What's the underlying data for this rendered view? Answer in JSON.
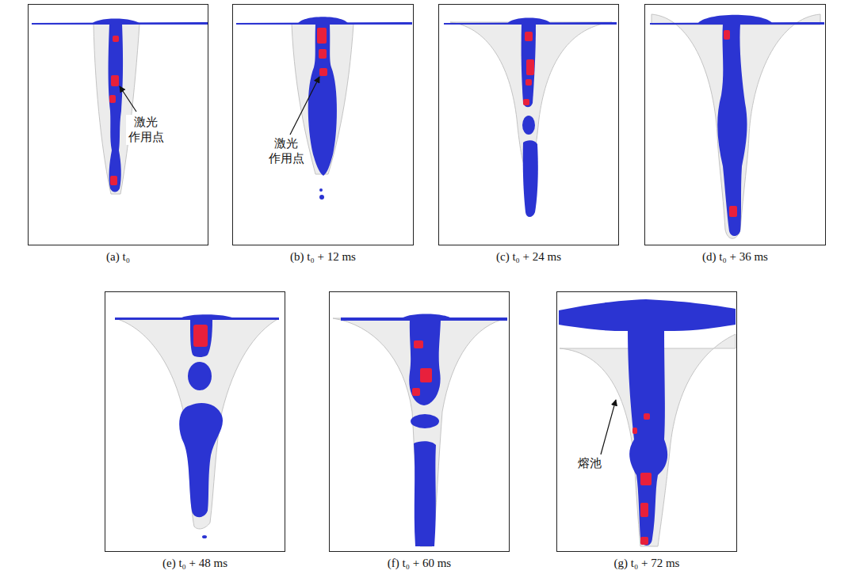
{
  "diagram": {
    "nodes": [
      {
        "text": [
          "(a) t₀"
        ]
      },
      {
        "text": [
          "(b) t₀ + 12 ms"
        ]
      },
      {
        "text": [
          "(c) t₀ + 24 ms"
        ]
      },
      {
        "text": [
          "(d) t₀ + 36 ms"
        ]
      },
      {
        "text": [
          "(e) t₀ + 48 ms"
        ]
      },
      {
        "text": [
          "(f) t₀ + 60 ms"
        ]
      },
      {
        "text": [
          "(g) t₀ + 72 ms"
        ]
      }
    ],
    "labels": [
      "激光 作用点",
      "激光 作用点",
      "熔池"
    ]
  }
}
